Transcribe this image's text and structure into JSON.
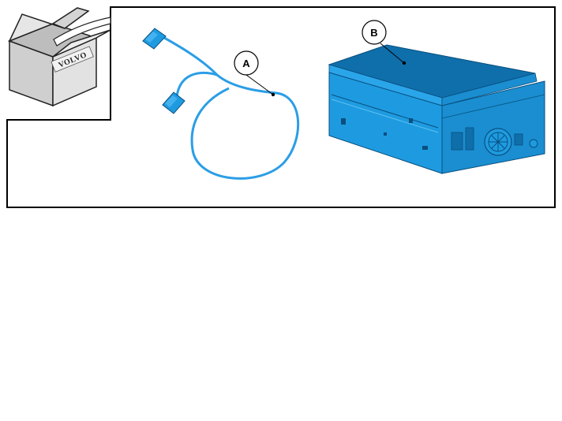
{
  "diagram": {
    "brand_label": "VOLVO",
    "callouts": [
      {
        "id": "A",
        "label": "A",
        "part": "cable-harness"
      },
      {
        "id": "B",
        "label": "B",
        "part": "control-module"
      }
    ],
    "colors": {
      "part_fill": "#1e9be0",
      "part_top": "#0f6faa",
      "part_edge": "#0a4f80",
      "cable": "#2b9ee6",
      "frame": "#000000",
      "box_fill": "#d9d9d9",
      "box_side": "#bdbdbd"
    }
  }
}
